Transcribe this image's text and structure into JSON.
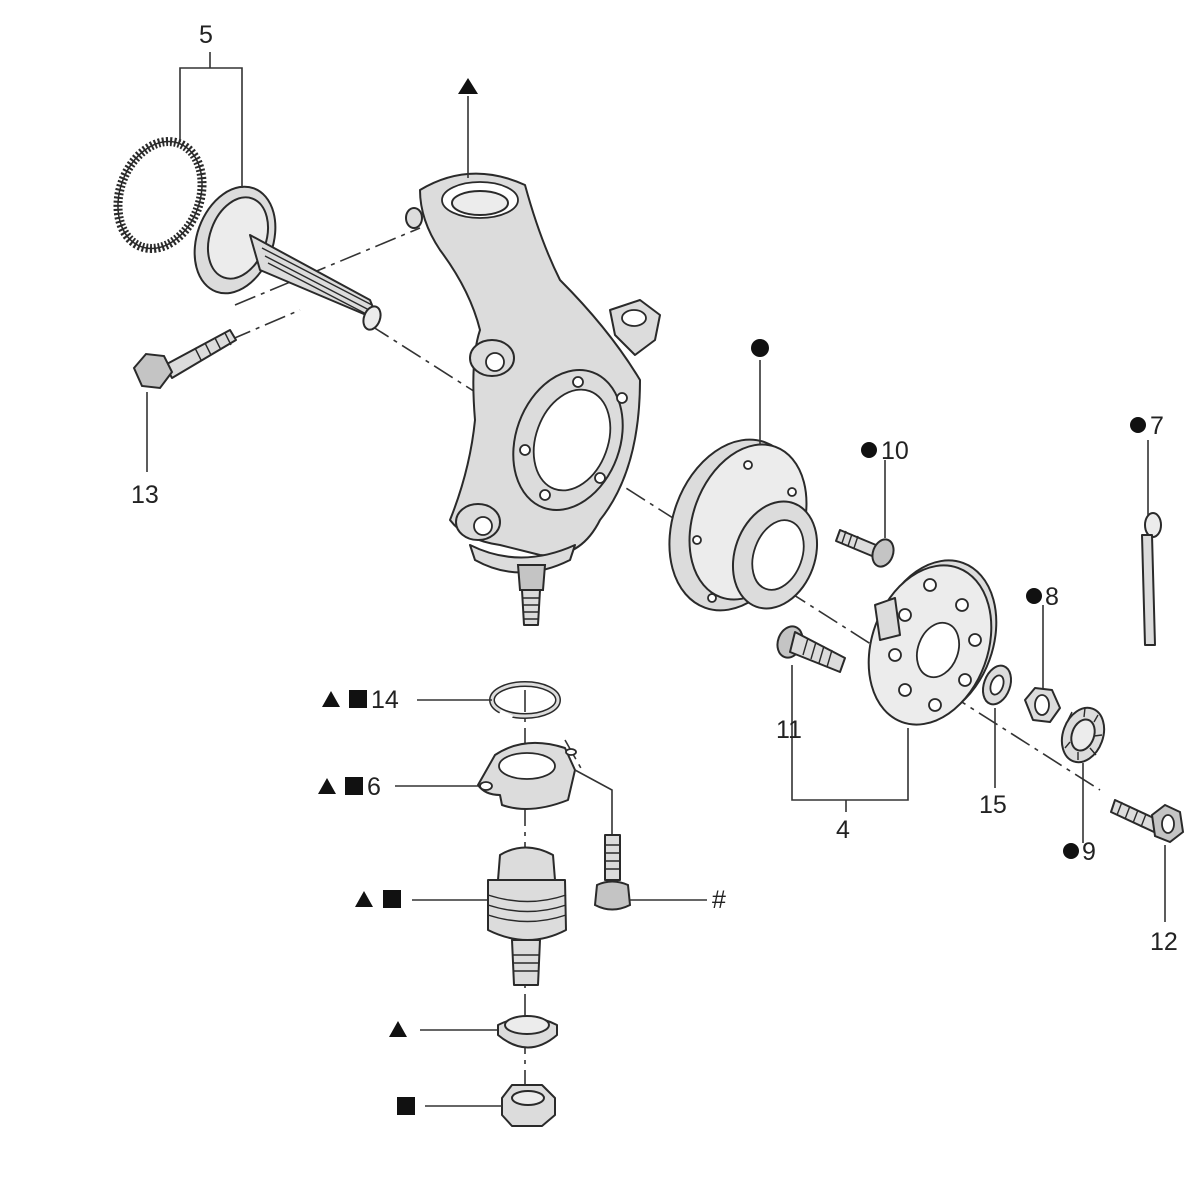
{
  "callouts": {
    "c5": {
      "text": "5"
    },
    "c13": {
      "text": "13"
    },
    "c10": {
      "text": "10"
    },
    "c7": {
      "text": "7"
    },
    "c8": {
      "text": "8"
    },
    "c11": {
      "text": "11"
    },
    "c4": {
      "text": "4"
    },
    "c15": {
      "text": "15"
    },
    "c9": {
      "text": "9"
    },
    "c12": {
      "text": "12"
    },
    "c14": {
      "text": "14"
    },
    "c6": {
      "text": "6"
    },
    "hash": {
      "text": "#"
    }
  },
  "symbols": {
    "triangle": "filled-triangle",
    "square": "filled-square",
    "dot": "filled-circle"
  },
  "colors": {
    "line": "#333333",
    "part_fill": "#dcdcdc",
    "background": "#ffffff"
  }
}
